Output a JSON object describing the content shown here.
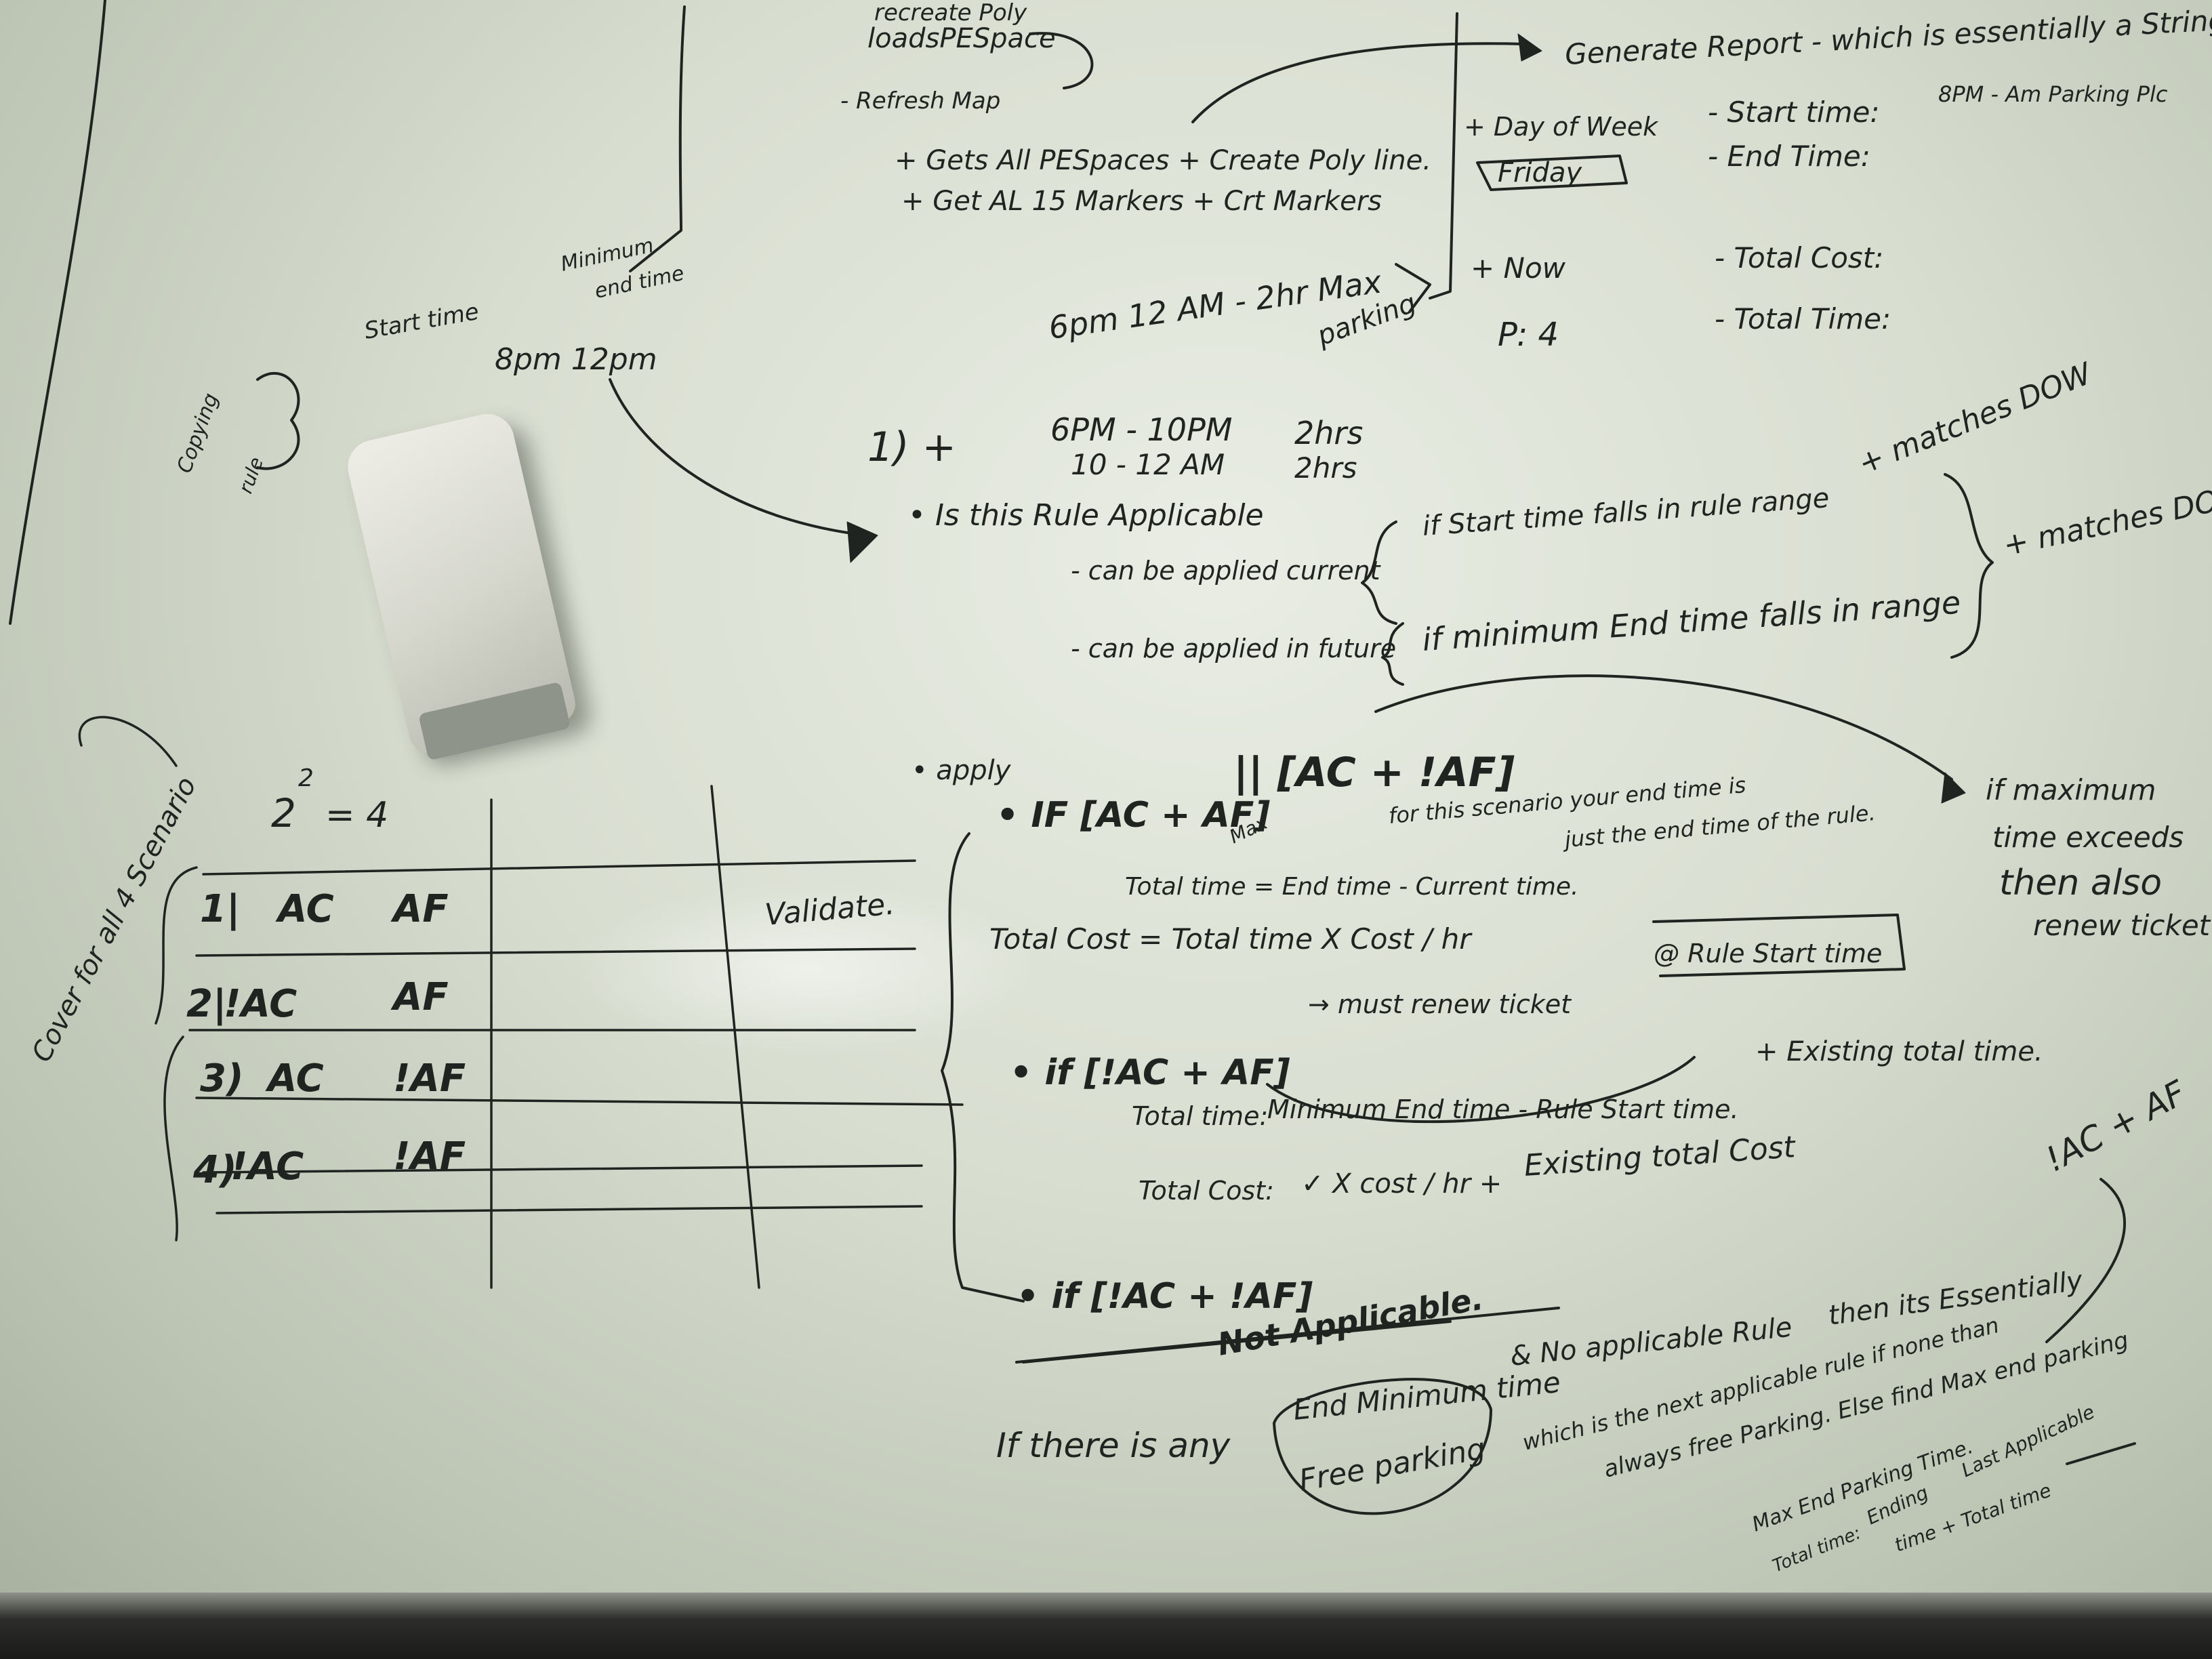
{
  "top": {
    "loads_note_a": "recreate Poly",
    "loads_note_b": "loadsPESpace",
    "refresh_map": "- Refresh Map",
    "gets_all": "+ Gets All PESpaces + Create Poly line.",
    "get_al": "+ Get AL 15 Markers + Crt Markers",
    "generate_report": "Generate Report - which is essentially a String",
    "day_of_week": "+ Day of Week",
    "friday": "Friday",
    "start_time": "- Start time:",
    "start_time_value": "8PM - Am Parking Plc",
    "end_time": "- End Time:",
    "now": "+ Now",
    "total_cost": "- Total Cost:",
    "p4": "P: 4",
    "total_time": "- Total Time:",
    "rule_6pm": "6pm 12 AM - 2hr Max",
    "parking": "parking"
  },
  "left": {
    "start_time": "Start time",
    "minimum_end_time_a": "Minimum",
    "minimum_end_time_b": "end time",
    "time_range": "8pm 12pm",
    "copying": "Copying",
    "copying_b": "rule",
    "cover_all": "Cover for all 4 Scenario",
    "two_sq": "2",
    "two_sq_exp": "2",
    "eq4": "= 4",
    "rows": [
      {
        "n": "1|",
        "ac": "AC",
        "af": "AF"
      },
      {
        "n": "2|",
        "ac": "!AC",
        "af": "AF"
      },
      {
        "n": "3)",
        "ac": "AC",
        "af": "!AF"
      },
      {
        "n": "4)",
        "ac": "!AC",
        "af": "!AF"
      }
    ],
    "validate": "Validate."
  },
  "middle": {
    "one": "1) +",
    "r1_time": "6PM - 10PM",
    "r1_dur": "2hrs",
    "r2_time": "10 - 12 AM",
    "r2_dur": "2hrs",
    "is_rule": "• Is this Rule Applicable",
    "matches_dow_top": "+ matches DOW",
    "can_apply_current": "- can be applied current",
    "if_start_time": "if Start time falls in rule range",
    "matches_dow_right": "+ matches DOW",
    "can_apply_future": "- can be applied in future",
    "if_min_end": "if minimum End time falls in range"
  },
  "apply": {
    "apply": "• apply",
    "if1": "• IF [AC + AF]",
    "or1": "|| [AC + !AF]",
    "max_note": "Max",
    "scenario_note_a": "for this scenario your end time is",
    "scenario_note_b": "just the end time of the rule.",
    "total_time1": "Total time = End time - Current time.",
    "total_cost1": "Total Cost = Total time X Cost / hr",
    "if_max": "if maximum",
    "time_exceeds": "time exceeds",
    "then_also": "then also",
    "renew_ticket": "renew ticket",
    "if2": "• if [!AC + AF]",
    "must_renew": "→ must renew ticket",
    "at_rule_start": "@ Rule Start time",
    "existing_total_time": "+ Existing total time.",
    "total_time2_label": "Total time:",
    "total_time2": "Minimum End time - Rule Start time.",
    "total_cost2_label": "Total Cost:",
    "total_cost2": "✓ X cost / hr +",
    "existing_total_cost": "Existing total Cost",
    "if3": "• if [!AC + !AF]",
    "not_applicable": "Not Applicable.",
    "bottom_right_ac": "!AC + AF"
  },
  "bottom": {
    "if_there_is": "If there is any",
    "end_min_time": "End Minimum time",
    "and_no_applicable": "& No applicable Rule",
    "then_its": "then its Essentially",
    "free_parking": "Free parking",
    "which_is": "which is the next applicable rule if none than",
    "always_free": "always free Parking. Else find Max end parking",
    "max_end_parking": "Max End Parking Time.",
    "ending": "Ending",
    "last_applicable": "Last Applicable",
    "total_time": "Total time:",
    "time_plus": "time + Total time"
  }
}
